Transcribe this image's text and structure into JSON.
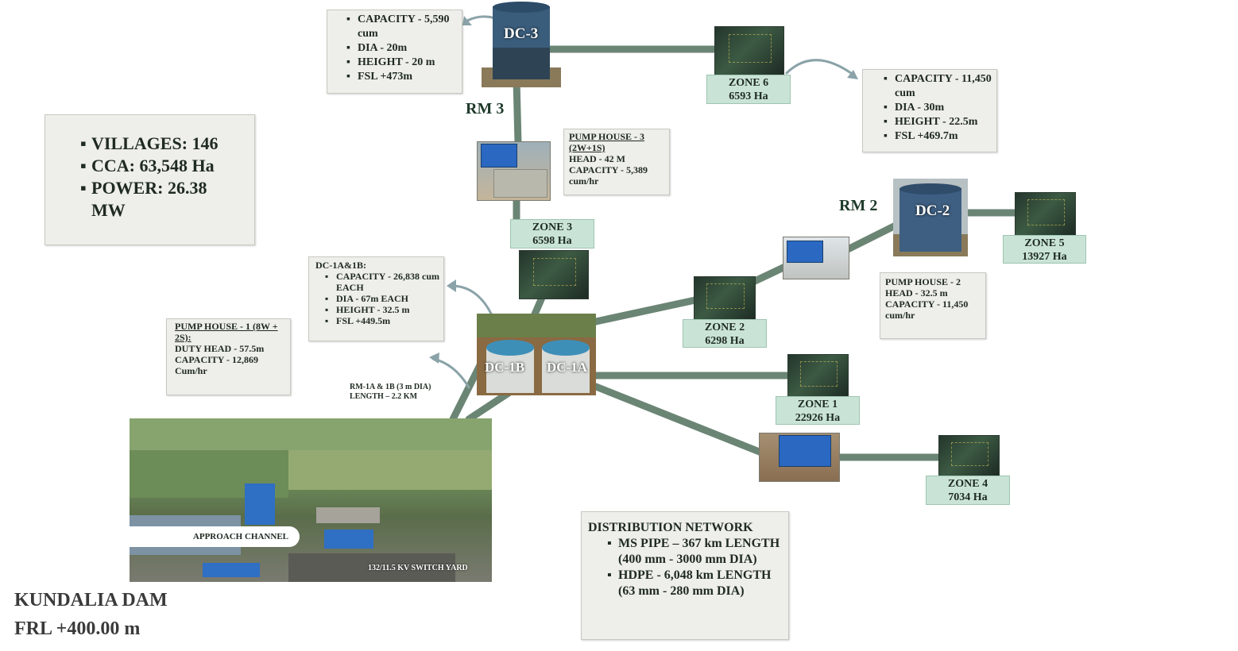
{
  "summary": {
    "items": [
      "VILLAGES: 146",
      "CCA: 63,548 Ha",
      "POWER: 26.38 MW"
    ]
  },
  "dc3": {
    "label": "DC-3",
    "specs": [
      "CAPACITY - 5,590 cum",
      "DIA - 20m",
      "HEIGHT - 20 m",
      "FSL +473m"
    ]
  },
  "dc2": {
    "label": "DC-2"
  },
  "dc1": {
    "label_a": "DC-1B",
    "label_b": "DC-1A",
    "title": "DC-1A&1B:",
    "specs": [
      "CAPACITY - 26,838 cum EACH",
      "DIA - 67m EACH",
      "HEIGHT - 32.5 m",
      "FSL +449.5m"
    ]
  },
  "zone6_specs": [
    "CAPACITY - 11,450 cum",
    "DIA - 30m",
    "HEIGHT - 22.5m",
    "FSL +469.7m"
  ],
  "rising_mains": {
    "rm3": "RM 3",
    "rm2": "RM 2"
  },
  "pump_house_3": {
    "title": "PUMP HOUSE - 3 (2W+1S)",
    "lines": [
      "HEAD - 42 M",
      "CAPACITY - 5,389 cum/hr"
    ]
  },
  "pump_house_2": {
    "lines": [
      "PUMP HOUSE - 2",
      "HEAD - 32.5 m",
      "CAPACITY - 11,450 cum/hr"
    ]
  },
  "pump_house_1": {
    "title": "PUMP HOUSE - 1 (8W + 2S):",
    "lines": [
      "DUTY HEAD - 57.5m",
      "CAPACITY - 12,869 Cum/hr"
    ]
  },
  "rm1": {
    "line1": "RM-1A & 1B (3 m DIA)",
    "line2": "LENGTH – 2.2 KM"
  },
  "zones": {
    "z1": {
      "name": "ZONE 1",
      "area": "22926 Ha"
    },
    "z2": {
      "name": "ZONE 2",
      "area": "6298 Ha"
    },
    "z3": {
      "name": "ZONE 3",
      "area": "6598 Ha"
    },
    "z4": {
      "name": "ZONE 4",
      "area": "7034 Ha"
    },
    "z5": {
      "name": "ZONE 5",
      "area": "13927 Ha"
    },
    "z6": {
      "name": "ZONE 6",
      "area": "6593 Ha"
    }
  },
  "dam_photo": {
    "approach_channel": "APPROACH CHANNEL",
    "switch_yard": "132/11.5 KV SWITCH YARD"
  },
  "dam": {
    "name": "KUNDALIA DAM",
    "frl": "FRL +400.00 m"
  },
  "distribution": {
    "title": "DISTRIBUTION NETWORK",
    "items": [
      "MS PIPE – 367 km LENGTH (400 mm - 3000 mm DIA)",
      "HDPE - 6,048 km LENGTH (63 mm - 280 mm DIA)"
    ]
  },
  "colors": {
    "pipe": "#6b8574",
    "zone_bg": "#c9e4d6",
    "box_bg": "#eeeeea",
    "arrow": "#8aa3a8"
  }
}
